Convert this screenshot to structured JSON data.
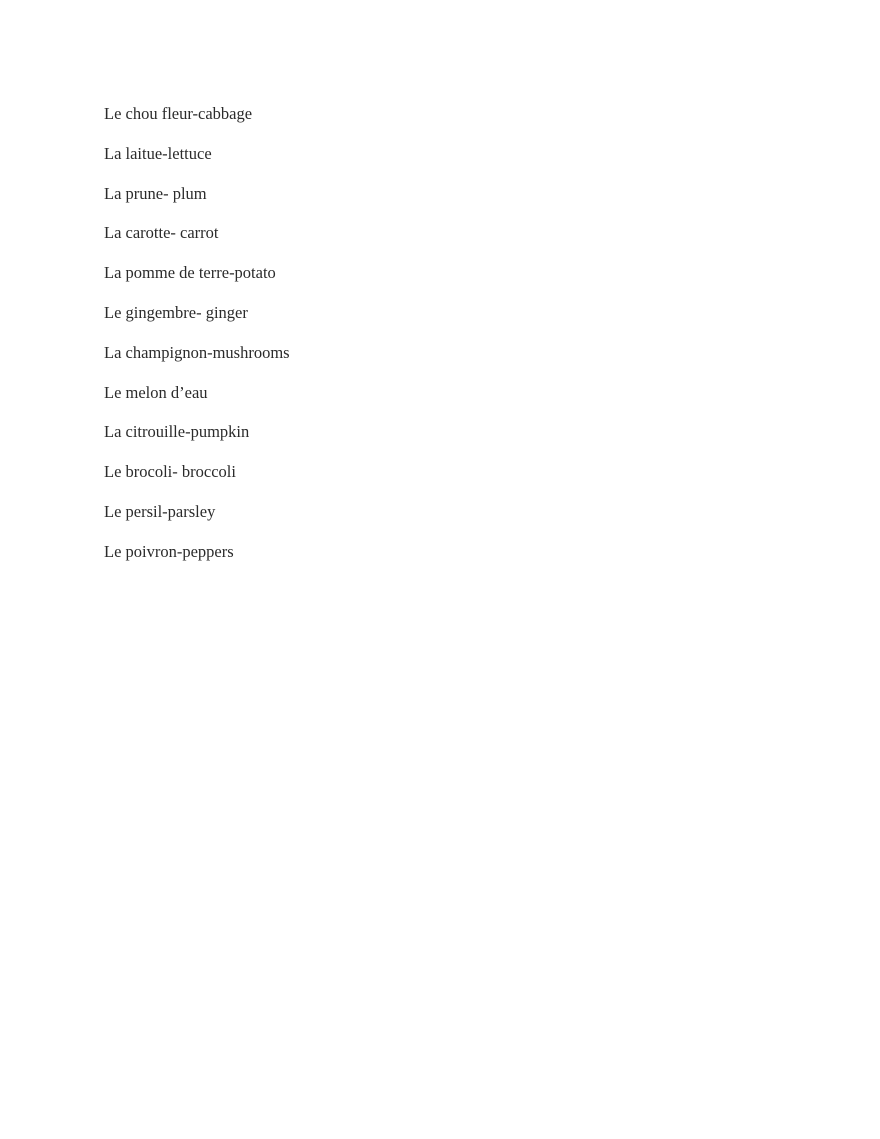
{
  "document": {
    "items": [
      "Le chou fleur-cabbage",
      "La laitue-lettuce",
      "La prune- plum",
      "La carotte- carrot",
      "La pomme de terre-potato",
      "Le gingembre- ginger",
      "La champignon-mushrooms",
      "Le melon d’eau",
      "La citrouille-pumpkin",
      "Le brocoli- broccoli",
      "Le persil-parsley",
      "Le poivron-peppers"
    ]
  }
}
